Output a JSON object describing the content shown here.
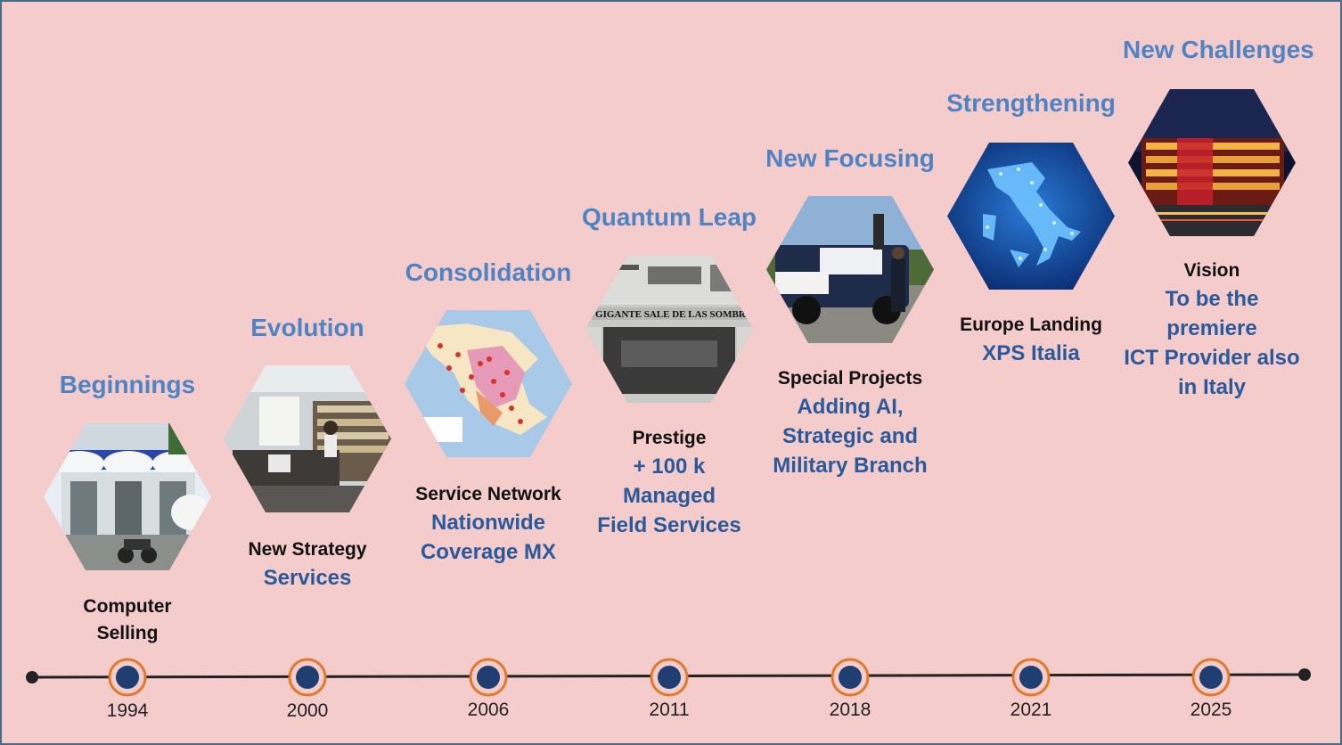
{
  "stages": [
    {
      "title": "Beginnings",
      "head": "Computer",
      "lines": [],
      "head2": "Selling",
      "year": "1994",
      "image": "storefront-photo"
    },
    {
      "title": "Evolution",
      "head": "New Strategy",
      "lines": [
        "Services"
      ],
      "head2": "",
      "year": "2000",
      "image": "office-photo"
    },
    {
      "title": "Consolidation",
      "head": "Service Network",
      "lines": [
        "Nationwide",
        "Coverage MX"
      ],
      "head2": "",
      "year": "2006",
      "image": "mexico-map"
    },
    {
      "title": "Quantum Leap",
      "head": "Prestige",
      "lines": [
        "+ 100 k",
        "Managed",
        "Field Services"
      ],
      "head2": "",
      "year": "2011",
      "image": "newspaper-photo"
    },
    {
      "title": "New Focusing",
      "head": "Special Projects",
      "lines": [
        "Adding AI,",
        "Strategic and",
        "Military Branch"
      ],
      "head2": "",
      "year": "2018",
      "image": "police-truck-photo"
    },
    {
      "title": "Strengthening",
      "head": "Europe Landing",
      "lines": [
        "XPS Italia"
      ],
      "head2": "",
      "year": "2021",
      "image": "italy-map"
    },
    {
      "title": "New Challenges",
      "head": "Vision",
      "lines": [
        "To be the",
        "premiere",
        "ICT Provider also",
        "in Italy"
      ],
      "head2": "",
      "year": "2025",
      "image": "building-night-photo"
    }
  ],
  "colors": {
    "background": "#f5cccc",
    "title": "#4f84c4",
    "highlight": "#2a5a9a",
    "marker_fill": "#1f3f73",
    "marker_ring": "#e07a2a",
    "line": "#222222"
  }
}
